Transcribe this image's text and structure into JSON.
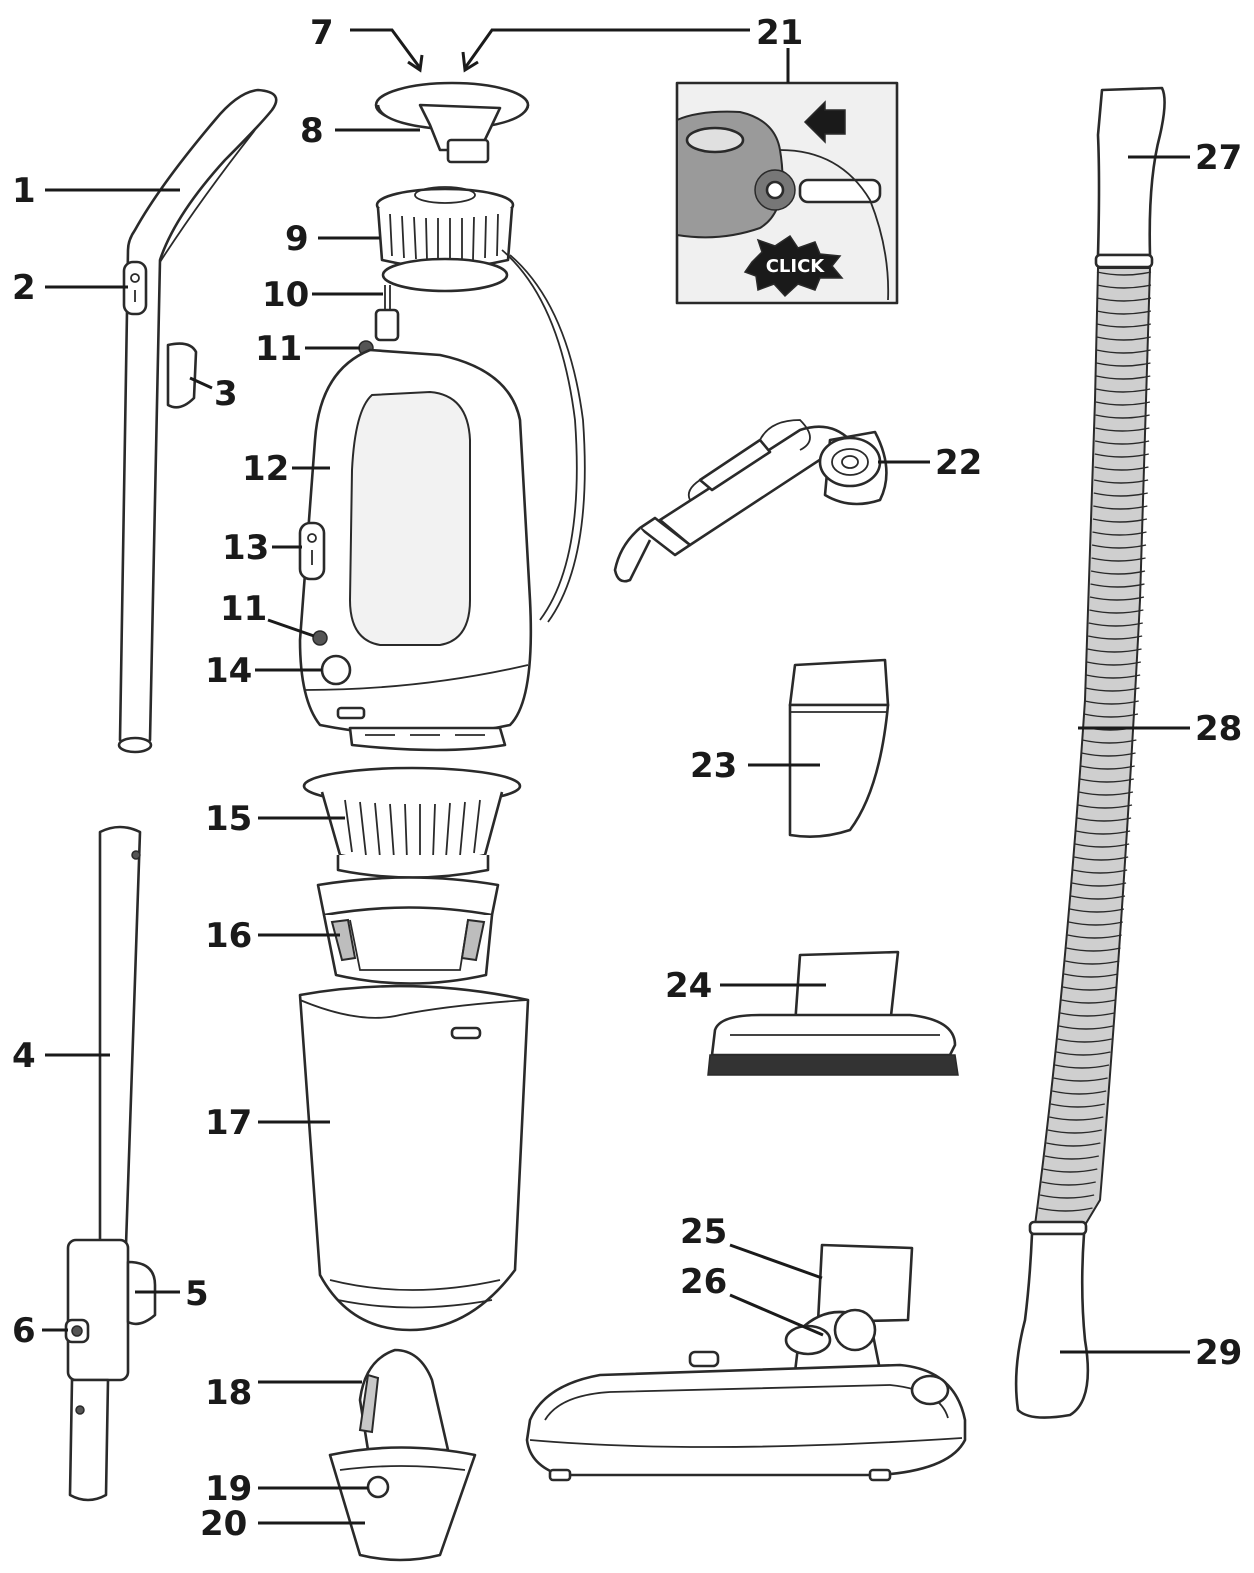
{
  "parts": [
    {
      "id": "p1",
      "number": "1"
    },
    {
      "id": "p2",
      "number": "2"
    },
    {
      "id": "p3",
      "number": "3"
    },
    {
      "id": "p4",
      "number": "4"
    },
    {
      "id": "p5",
      "number": "5"
    },
    {
      "id": "p6",
      "number": "6"
    },
    {
      "id": "p7",
      "number": "7"
    },
    {
      "id": "p8",
      "number": "8"
    },
    {
      "id": "p9",
      "number": "9"
    },
    {
      "id": "p10",
      "number": "10"
    },
    {
      "id": "p11a",
      "number": "11"
    },
    {
      "id": "p11b",
      "number": "11"
    },
    {
      "id": "p12",
      "number": "12"
    },
    {
      "id": "p13",
      "number": "13"
    },
    {
      "id": "p14",
      "number": "14"
    },
    {
      "id": "p15",
      "number": "15"
    },
    {
      "id": "p16",
      "number": "16"
    },
    {
      "id": "p17",
      "number": "17"
    },
    {
      "id": "p18",
      "number": "18"
    },
    {
      "id": "p19",
      "number": "19"
    },
    {
      "id": "p20",
      "number": "20"
    },
    {
      "id": "p21",
      "number": "21"
    },
    {
      "id": "p22",
      "number": "22"
    },
    {
      "id": "p23",
      "number": "23"
    },
    {
      "id": "p24",
      "number": "24"
    },
    {
      "id": "p25",
      "number": "25"
    },
    {
      "id": "p26",
      "number": "26"
    },
    {
      "id": "p27",
      "number": "27"
    },
    {
      "id": "p28",
      "number": "28"
    },
    {
      "id": "p29",
      "number": "29"
    }
  ],
  "inset": {
    "badge_text": "CLICK"
  }
}
